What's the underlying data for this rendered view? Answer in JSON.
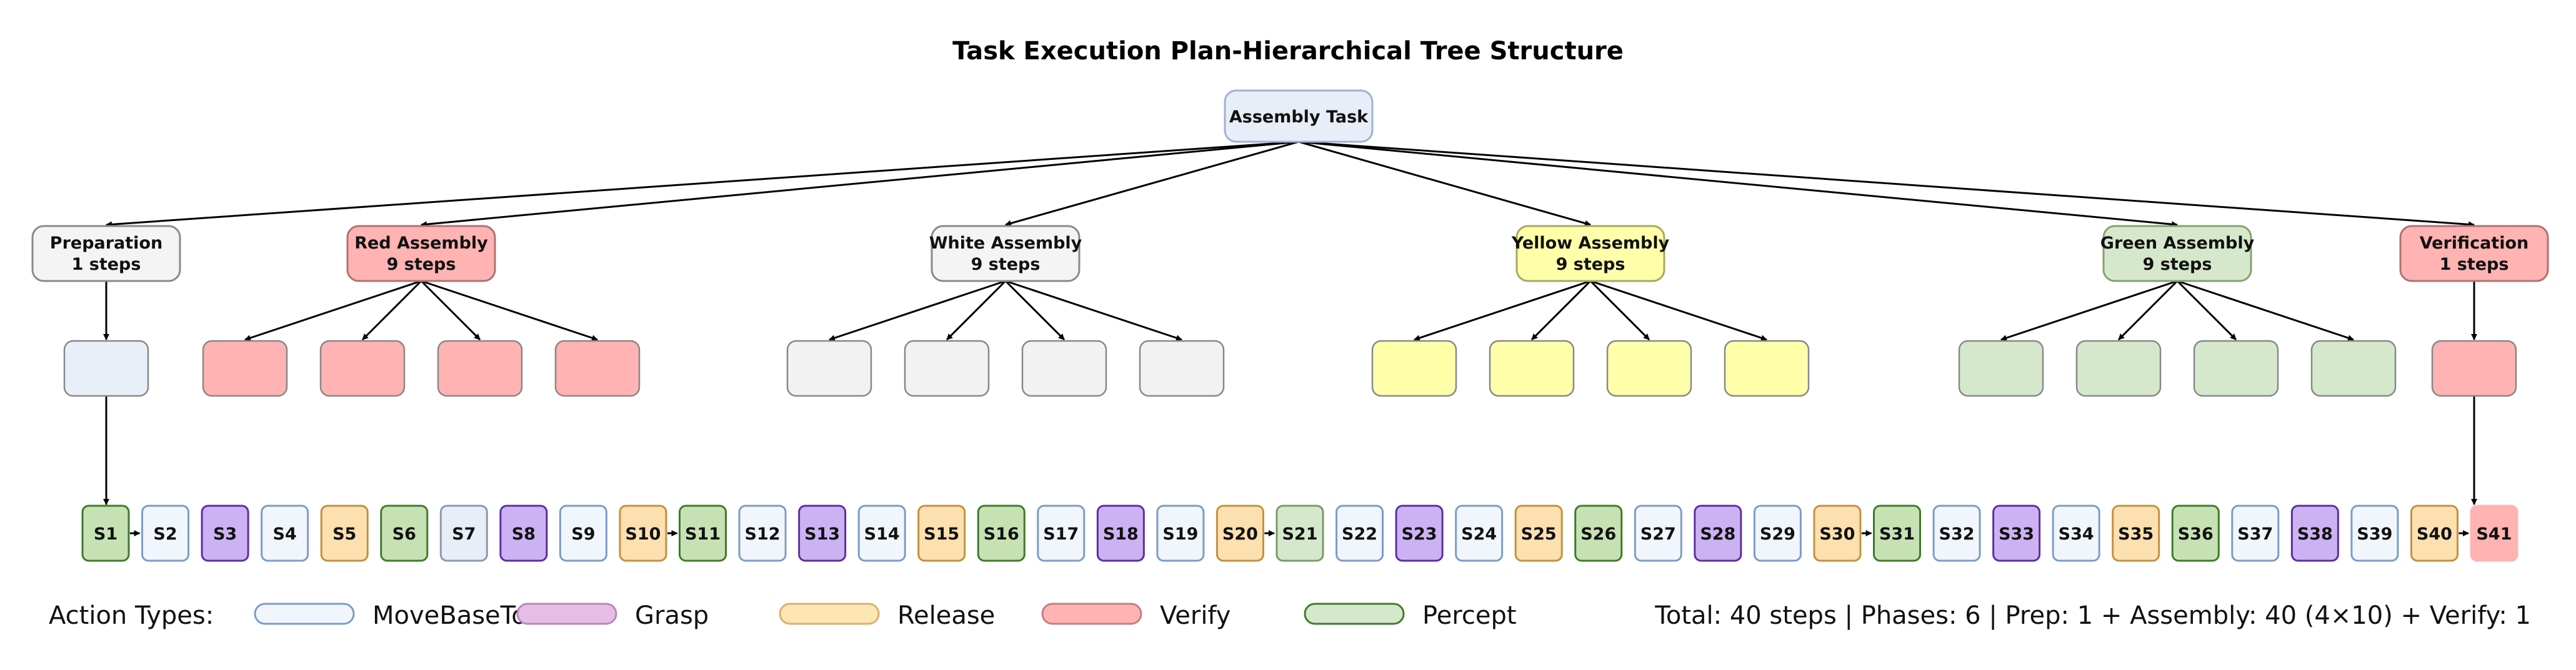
{
  "title": "Task Execution Plan-Hierarchical Tree Structure",
  "root": {
    "label": "Assembly Task",
    "fill": "#e8eef8",
    "stroke": "#9fb2d3"
  },
  "phases": [
    {
      "name": "Preparation",
      "steps_label": "1 steps",
      "fill": "#f4f4f4",
      "stroke": "#8a8a8a",
      "child_count": 1,
      "child_fill": "#e9eff9"
    },
    {
      "name": "Red Assembly",
      "steps_label": "9 steps",
      "fill": "#ffb3b3",
      "stroke": "#b07070",
      "child_count": 4,
      "child_fill": "#ffb3b3"
    },
    {
      "name": "White Assembly",
      "steps_label": "9 steps",
      "fill": "#f4f4f4",
      "stroke": "#8a8a8a",
      "child_count": 4,
      "child_fill": "#f2f2f2"
    },
    {
      "name": "Yellow Assembly",
      "steps_label": "9 steps",
      "fill": "#ffffaa",
      "stroke": "#a8a860",
      "child_count": 4,
      "child_fill": "#ffffaa"
    },
    {
      "name": "Green Assembly",
      "steps_label": "9 steps",
      "fill": "#d6e8cc",
      "stroke": "#86a070",
      "child_count": 4,
      "child_fill": "#d6e8cc"
    },
    {
      "name": "Verification",
      "steps_label": "1 steps",
      "fill": "#ffb3b3",
      "stroke": "#b07070",
      "child_count": 1,
      "child_fill": "#ffb3b3"
    }
  ],
  "steps": [
    {
      "label": "S1",
      "type": "Percept"
    },
    {
      "label": "S2",
      "type": "MoveBaseTo"
    },
    {
      "label": "S3",
      "type": "Grasp"
    },
    {
      "label": "S4",
      "type": "MoveBaseTo"
    },
    {
      "label": "S5",
      "type": "Release"
    },
    {
      "label": "S6",
      "type": "Percept"
    },
    {
      "label": "S7",
      "type": "Neutral"
    },
    {
      "label": "S8",
      "type": "Grasp"
    },
    {
      "label": "S9",
      "type": "MoveBaseTo"
    },
    {
      "label": "S10",
      "type": "Release"
    },
    {
      "label": "S11",
      "type": "Percept"
    },
    {
      "label": "S12",
      "type": "MoveBaseTo"
    },
    {
      "label": "S13",
      "type": "Grasp"
    },
    {
      "label": "S14",
      "type": "MoveBaseTo"
    },
    {
      "label": "S15",
      "type": "Release"
    },
    {
      "label": "S16",
      "type": "Percept"
    },
    {
      "label": "S17",
      "type": "MoveBaseTo"
    },
    {
      "label": "S18",
      "type": "Grasp"
    },
    {
      "label": "S19",
      "type": "MoveBaseTo"
    },
    {
      "label": "S20",
      "type": "Release"
    },
    {
      "label": "S21",
      "type": "PerceptLight"
    },
    {
      "label": "S22",
      "type": "MoveBaseTo"
    },
    {
      "label": "S23",
      "type": "Grasp"
    },
    {
      "label": "S24",
      "type": "MoveBaseTo"
    },
    {
      "label": "S25",
      "type": "Release"
    },
    {
      "label": "S26",
      "type": "Percept"
    },
    {
      "label": "S27",
      "type": "MoveBaseTo"
    },
    {
      "label": "S28",
      "type": "Grasp"
    },
    {
      "label": "S29",
      "type": "MoveBaseTo"
    },
    {
      "label": "S30",
      "type": "Release"
    },
    {
      "label": "S31",
      "type": "Percept"
    },
    {
      "label": "S32",
      "type": "MoveBaseTo"
    },
    {
      "label": "S33",
      "type": "Grasp"
    },
    {
      "label": "S34",
      "type": "MoveBaseTo"
    },
    {
      "label": "S35",
      "type": "Release"
    },
    {
      "label": "S36",
      "type": "Percept"
    },
    {
      "label": "S37",
      "type": "MoveBaseTo"
    },
    {
      "label": "S38",
      "type": "Grasp"
    },
    {
      "label": "S39",
      "type": "MoveBaseTo"
    },
    {
      "label": "S40",
      "type": "Release"
    },
    {
      "label": "S41",
      "type": "Verify"
    }
  ],
  "step_styles": {
    "MoveBaseTo": {
      "fill": "#f1f6fd",
      "stroke": "#7a9cc8"
    },
    "Grasp": {
      "fill": "#cdb2f3",
      "stroke": "#5a2fa0"
    },
    "Release": {
      "fill": "#fde0b0",
      "stroke": "#c39040"
    },
    "Percept": {
      "fill": "#c6e2b5",
      "stroke": "#3f7a2a"
    },
    "PerceptLight": {
      "fill": "#d6e8cc",
      "stroke": "#7a9a6a"
    },
    "Neutral": {
      "fill": "#e8eef8",
      "stroke": "#8a98b0"
    },
    "Verify": {
      "fill": "#ffb3b3",
      "stroke": "#ffb3b3"
    }
  },
  "legend": {
    "heading": "Action Types:",
    "items": [
      {
        "label": "MoveBaseTo",
        "fill": "#f1f6fd",
        "stroke": "#7a9cc8"
      },
      {
        "label": "Grasp",
        "fill": "#e6bde6",
        "stroke": "#b58ab5"
      },
      {
        "label": "Release",
        "fill": "#fde6b3",
        "stroke": "#d8b070"
      },
      {
        "label": "Verify",
        "fill": "#ffb3b3",
        "stroke": "#c08080"
      },
      {
        "label": "Percept",
        "fill": "#d6e8cc",
        "stroke": "#3f7a2a"
      }
    ],
    "summary": "Total: 40 steps | Phases: 6 | Prep: 1 + Assembly: 40 (4×10) + Verify: 1"
  }
}
